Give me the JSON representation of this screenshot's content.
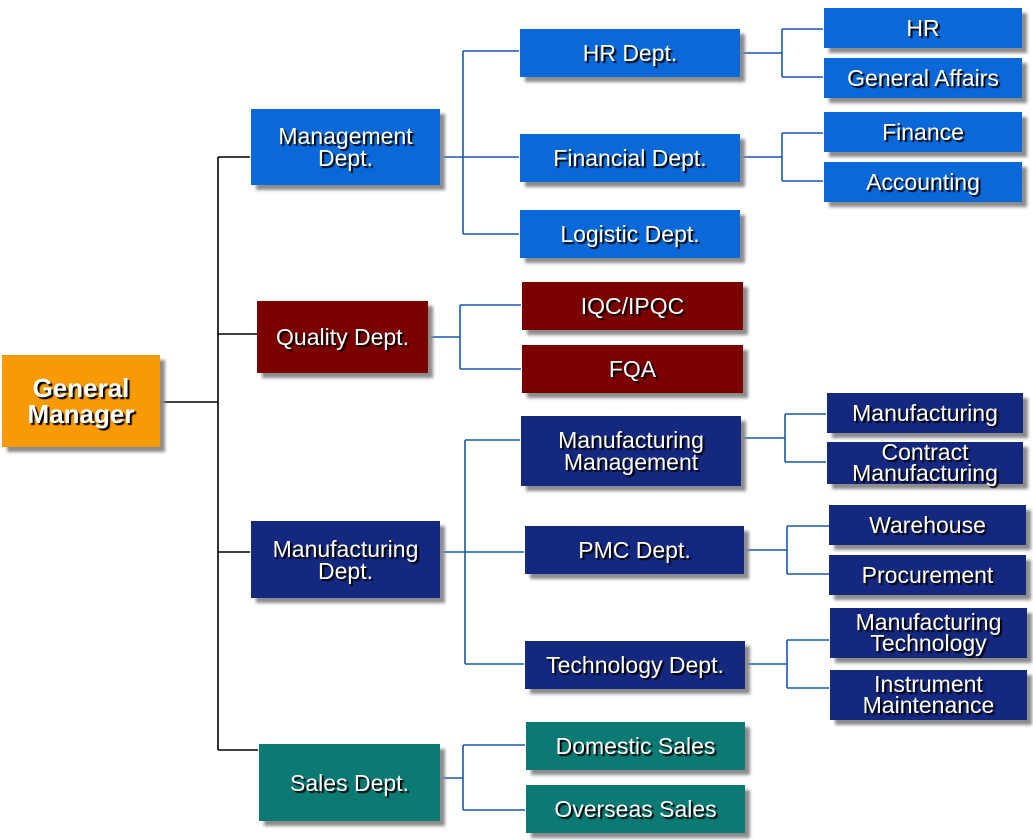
{
  "colors": {
    "gm": "#F79A05",
    "management": "#0A68D8",
    "quality": "#7B0000",
    "manufacturing": "#13287E",
    "sales": "#0A7A73",
    "line": "#1558B0",
    "root_line": "#000000"
  },
  "root": {
    "label": "General\nManager"
  },
  "departments": [
    {
      "label": "Management\nDept.",
      "children": [
        {
          "label": "HR Dept.",
          "children": [
            {
              "label": "HR"
            },
            {
              "label": "General Affairs"
            }
          ]
        },
        {
          "label": "Financial Dept.",
          "children": [
            {
              "label": "Finance"
            },
            {
              "label": "Accounting"
            }
          ]
        },
        {
          "label": "Logistic Dept.",
          "children": []
        }
      ]
    },
    {
      "label": "Quality Dept.",
      "children": [
        {
          "label": "IQC/IPQC",
          "children": []
        },
        {
          "label": "FQA",
          "children": []
        }
      ]
    },
    {
      "label": "Manufacturing\nDept.",
      "children": [
        {
          "label": "Manufacturing\nManagement",
          "children": [
            {
              "label": "Manufacturing"
            },
            {
              "label": "Contract\nManufacturing"
            }
          ]
        },
        {
          "label": "PMC Dept.",
          "children": [
            {
              "label": "Warehouse"
            },
            {
              "label": "Procurement"
            }
          ]
        },
        {
          "label": "Technology Dept.",
          "children": [
            {
              "label": "Manufacturing\nTechnology"
            },
            {
              "label": "Instrument\nMaintenance"
            }
          ]
        }
      ]
    },
    {
      "label": "Sales Dept.",
      "children": [
        {
          "label": "Domestic Sales",
          "children": []
        },
        {
          "label": "Overseas Sales",
          "children": []
        }
      ]
    }
  ]
}
